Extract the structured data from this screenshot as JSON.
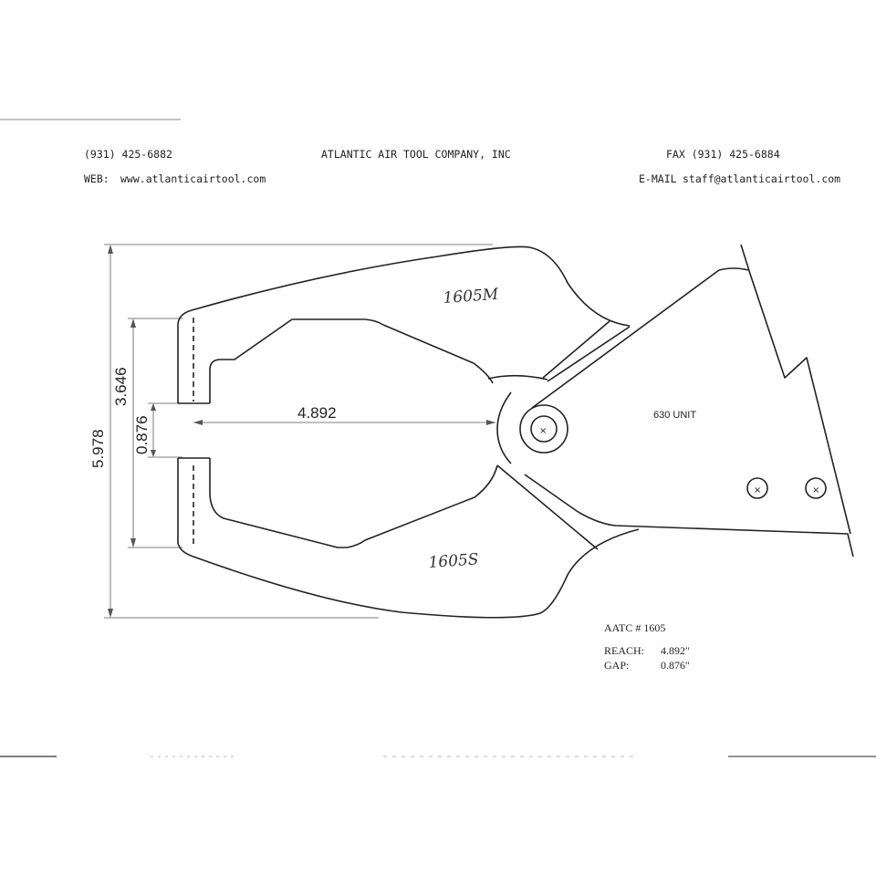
{
  "header": {
    "phone": "(931) 425-6882",
    "company": "ATLANTIC AIR TOOL COMPANY, INC",
    "fax": "FAX (931) 425-6884",
    "web_label": "WEB:",
    "web_url": "www.atlanticairtool.com",
    "email_label": "E-MAIL",
    "email": "staff@atlanticairtool.com"
  },
  "drawing": {
    "upper_part": "1605M",
    "lower_part": "1605S",
    "unit_label": "630 UNIT",
    "dimensions": {
      "overall_height": "5.978",
      "inner_height": "3.646",
      "gap": "0.876",
      "reach": "4.892"
    }
  },
  "spec": {
    "part_number": "AATC # 1605",
    "reach_label": "REACH:",
    "reach_value": "4.892″",
    "gap_label": "GAP:",
    "gap_value": "0.876″"
  }
}
